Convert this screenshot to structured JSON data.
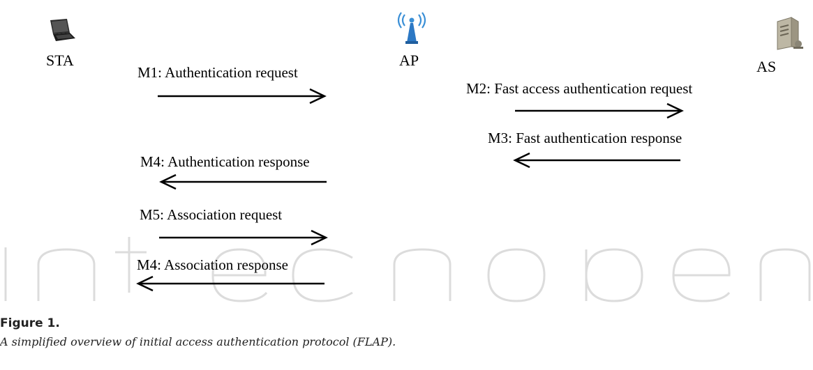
{
  "nodes": [
    {
      "id": "sta",
      "label": "STA",
      "icon": "laptop-icon"
    },
    {
      "id": "ap",
      "label": "AP",
      "icon": "wireless-access-point-icon"
    },
    {
      "id": "as",
      "label": "AS",
      "icon": "server-icon"
    }
  ],
  "messages": [
    {
      "id": "m1",
      "label": "M1: Authentication request",
      "direction": "right"
    },
    {
      "id": "m2",
      "label": "M2: Fast access authentication request",
      "direction": "right"
    },
    {
      "id": "m3",
      "label": "M3: Fast authentication response",
      "direction": "left"
    },
    {
      "id": "m4a",
      "label": "M4: Authentication response",
      "direction": "left"
    },
    {
      "id": "m5",
      "label": "M5: Association request",
      "direction": "right"
    },
    {
      "id": "m4b",
      "label": "M4: Association response",
      "direction": "left"
    }
  ],
  "figure": {
    "title": "Figure 1.",
    "caption": "A simplified overview of initial access authentication protocol (FLAP)."
  },
  "colors": {
    "ap_blue": "#3a8fd6",
    "watermark": "#d7d7d7"
  }
}
